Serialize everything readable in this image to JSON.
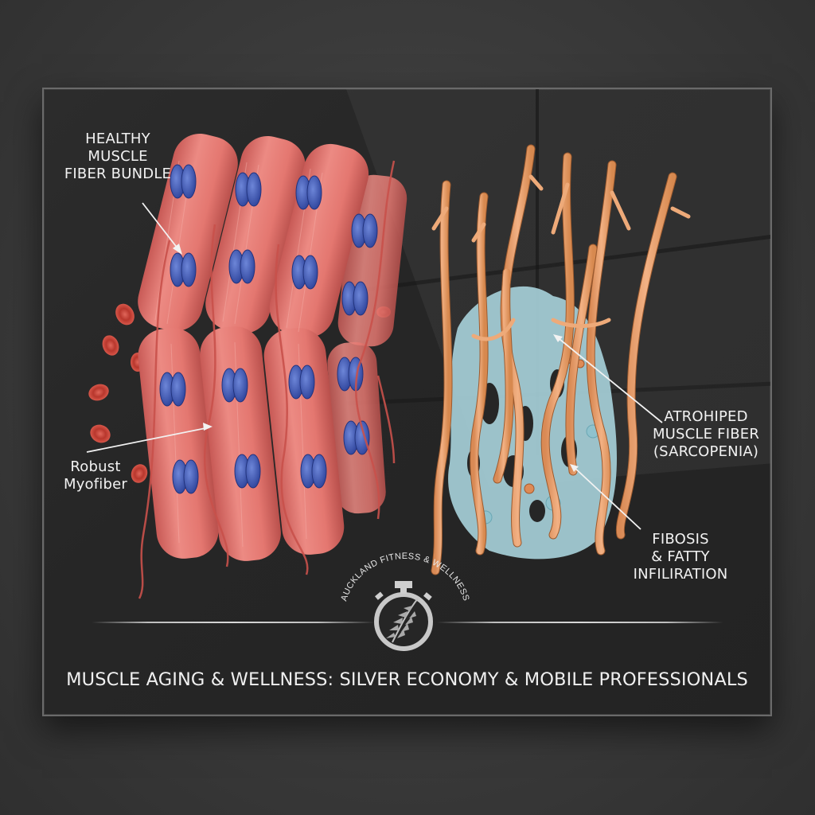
{
  "diagram": {
    "title": "MUSCLE AGING & WELLNESS: SILVER ECONOMY & MOBILE PROFESSIONALS",
    "logo": {
      "text": "AUCKLAND FITNESS & WELLNESS",
      "icon": "stopwatch-fern-icon"
    },
    "left_panel": {
      "labels": {
        "bundle": "HEALTHY\nMUSCLE\nFIBER BUNDLE",
        "myofiber": "Robust\nMyofiber"
      }
    },
    "right_panel": {
      "labels": {
        "atrophied": "ATROHIPED\nMUSCLE FIBER\n(SARCOPENIA)",
        "fibrosis": "FIBOSIS\n& FATTY\nINFILIRATION"
      }
    },
    "colors": {
      "background": "#3a3a3a",
      "panel": "#262626",
      "healthy_fiber": "#e57b74",
      "nucleus": "#3a55b0",
      "red_blood_cell": "#d2473a",
      "atrophied_fiber": "#e8a066",
      "fibrosis_tissue": "#a9d3dc",
      "text": "#f2f2f2"
    }
  }
}
